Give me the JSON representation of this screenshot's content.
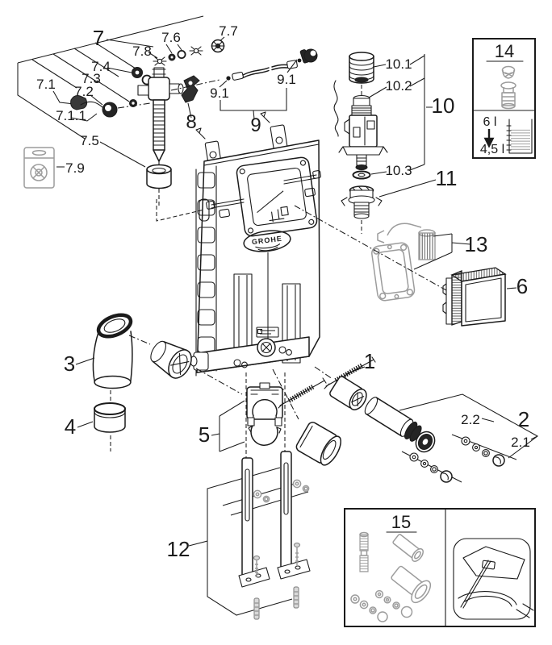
{
  "diagram": {
    "brand": "GROHE",
    "type": "exploded-parts-diagram"
  },
  "callouts": {
    "c1": "1",
    "c2": "2",
    "c2_1": "2.1",
    "c2_2": "2.2",
    "c3": "3",
    "c4": "4",
    "c5": "5",
    "c6": "6",
    "c7": "7",
    "c7_1": "7.1",
    "c7_1_1": "7.1.1",
    "c7_2": "7.2",
    "c7_3": "7.3",
    "c7_4": "7.4",
    "c7_5": "7.5",
    "c7_6": "7.6",
    "c7_7": "7.7",
    "c7_8": "7.8",
    "c7_9": "7.9",
    "c8": "8",
    "c9": "9",
    "c9_1a": "9.1",
    "c9_1b": "9.1",
    "c10": "10",
    "c10_1": "10.1",
    "c10_2": "10.2",
    "c10_3": "10.3",
    "c11": "11",
    "c12": "12",
    "c13": "13"
  },
  "insets": {
    "box14": {
      "number": "14",
      "flush_from": "6 l",
      "flush_to": "4,5 l"
    },
    "box15": {
      "number": "15"
    }
  },
  "colors": {
    "line": "#1b1b1b",
    "gray": "#9c9c9c",
    "dark": "#242424",
    "background": "#ffffff"
  }
}
